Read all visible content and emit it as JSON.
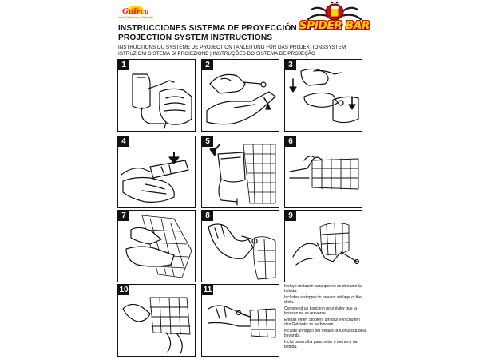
{
  "brand_left": {
    "name": "Guirca",
    "tagline": "Ideas Divertidas y Originales"
  },
  "brand_right": {
    "name": "SPIDER BAR"
  },
  "titles": [
    "INSTRUCCIONES SISTEMA DE PROYECCIÓN",
    "PROJECTION SYSTEM INSTRUCTIONS"
  ],
  "subtitles": [
    "INSTRUCTIONS DU SYSTÈME DE PROJECTION | ANLEITUNG FÜR DAS PROJEKTIONSSYSTEM",
    "ISTRUZIONI SISTEMA DI PROIEZIONE | INSTRUÇÕES DO SISTEMA DE PROJEÇÃO"
  ],
  "steps": [
    "1",
    "2",
    "3",
    "4",
    "5",
    "6",
    "7",
    "8",
    "9",
    "10",
    "11"
  ],
  "notes": [
    "Incluye un tapón para que no se derrame la bebida.",
    "Includes a stopper to prevent spillage of the drink.",
    "Comprend un bouchon pour éviter que la boisson ne se renverse.",
    "Enthält einen Stopfen, um das Verschütten des Getränks zu verhindern.",
    "Include un tappo per evitare la fuoriuscita della bevanda.",
    "Inclui uma rolha para evitar o derrame da bebida."
  ],
  "colors": {
    "logo_red": "#d10a0a",
    "logo_yellow": "#ffd400",
    "guirca_red": "#e0241b",
    "panel_border": "#111111"
  }
}
